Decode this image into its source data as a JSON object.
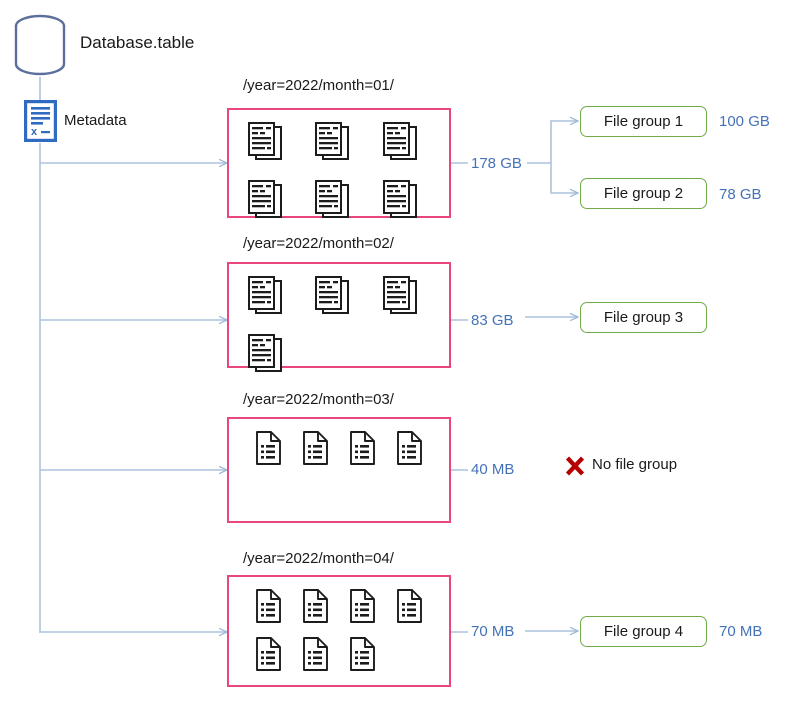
{
  "diagram": {
    "title": "Database.table",
    "metadata_label": "Metadata",
    "colors": {
      "partition_border": "#e8467c",
      "filegroup_border": "#70ad47",
      "connector": "#aec3dd",
      "size_text": "#4472b8",
      "database_outline": "#5b6e9c",
      "metadata_icon": "#2f6bc0",
      "x_mark": "#b40000"
    },
    "partitions": [
      {
        "path": "/year=2022/month=01/",
        "size": "178 GB",
        "doc_style": "stacked-document",
        "doc_rows": [
          3,
          3
        ]
      },
      {
        "path": "/year=2022/month=02/",
        "size": "83 GB",
        "doc_style": "stacked-document",
        "doc_rows": [
          3,
          1
        ]
      },
      {
        "path": "/year=2022/month=03/",
        "size": "40 MB",
        "doc_style": "single-document",
        "doc_rows": [
          4
        ]
      },
      {
        "path": "/year=2022/month=04/",
        "size": "70 MB",
        "doc_style": "single-document",
        "doc_rows": [
          4,
          3
        ]
      }
    ],
    "file_groups": [
      {
        "label": "File group 1",
        "size": "100 GB"
      },
      {
        "label": "File group 2",
        "size": "78 GB"
      },
      {
        "label": "File group 3",
        "size": ""
      },
      {
        "label": "File group 4",
        "size": "70 MB"
      }
    ],
    "no_file_group": {
      "label": "No file group",
      "icon": "x-mark-icon"
    }
  }
}
